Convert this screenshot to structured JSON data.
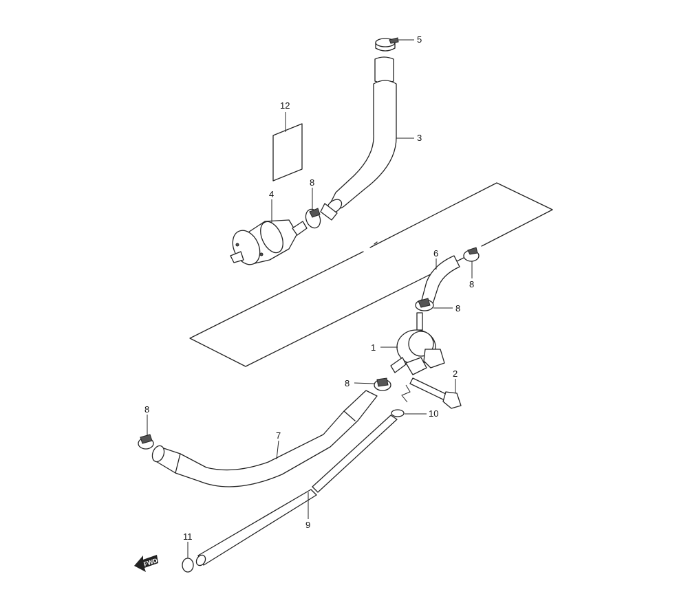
{
  "diagram": {
    "callouts": {
      "part_1": "1",
      "part_2": "2",
      "part_3": "3",
      "part_4": "4",
      "part_5": "5",
      "part_6": "6",
      "part_7": "7",
      "part_8": "8",
      "part_9": "9",
      "part_10": "10",
      "part_11": "11",
      "part_12": "12"
    },
    "direction_arrow": "FWD"
  }
}
